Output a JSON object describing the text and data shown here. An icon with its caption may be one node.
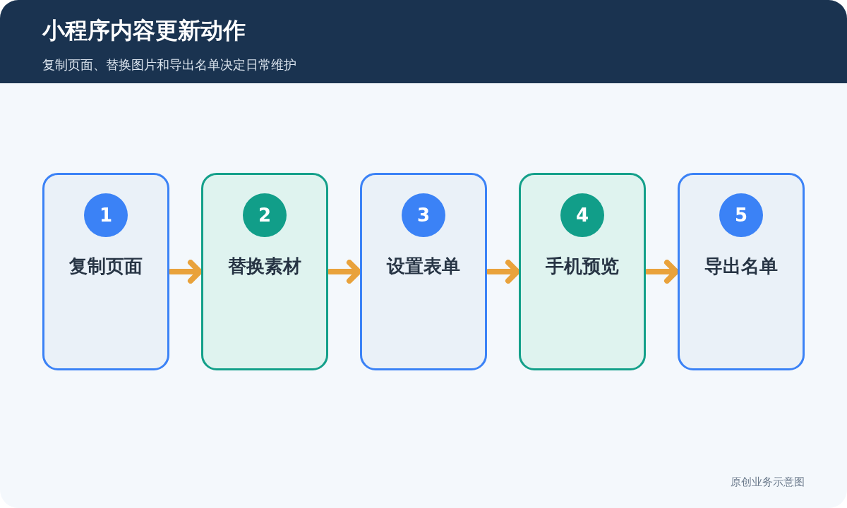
{
  "diagram": {
    "title": "小程序内容更新动作",
    "caption": "原创业务示意图",
    "labels": [
      "复制页面、替换图片和导出名单决定日常维护"
    ],
    "nodes": [
      {
        "text": [
          "复制页面"
        ]
      },
      {
        "text": [
          "1"
        ],
        "in": 0
      },
      {
        "text": [
          "替换素材"
        ]
      },
      {
        "text": [
          "2"
        ],
        "in": 2
      },
      {
        "text": [
          "设置表单"
        ]
      },
      {
        "text": [
          "3"
        ],
        "in": 4
      },
      {
        "text": [
          "手机预览"
        ]
      },
      {
        "text": [
          "4"
        ],
        "in": 6
      },
      {
        "text": [
          "导出名单"
        ]
      },
      {
        "text": [
          "5"
        ],
        "in": 8
      }
    ],
    "edges": [
      {
        "from": 0,
        "to": 2,
        "arrow": "to"
      },
      {
        "from": 2,
        "to": 4,
        "arrow": "to"
      },
      {
        "from": 4,
        "to": 6,
        "arrow": "to"
      },
      {
        "from": 6,
        "to": 8,
        "arrow": "to"
      }
    ]
  }
}
